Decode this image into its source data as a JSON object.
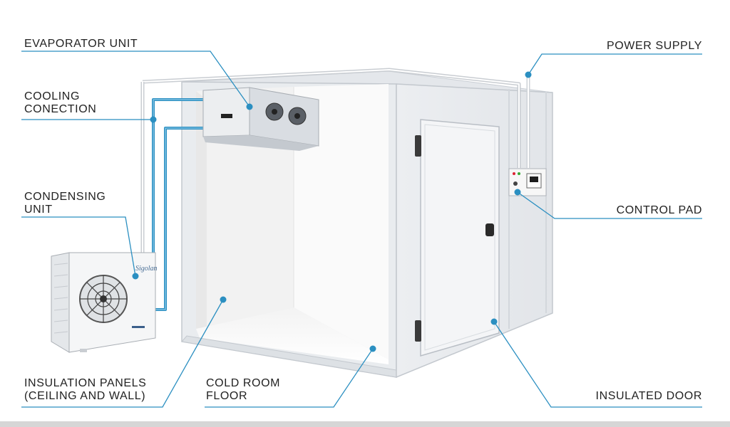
{
  "labels": {
    "evaporator_unit": "EVAPORATOR UNIT",
    "cooling_connection_1": "COOLING",
    "cooling_connection_2": "CONECTION",
    "condensing_unit_1": "CONDENSING",
    "condensing_unit_2": "UNIT",
    "insulation_panels_1": "INSULATION PANELS",
    "insulation_panels_2": "(CEILING AND WALL)",
    "cold_room_floor_1": "COLD ROOM",
    "cold_room_floor_2": "FLOOR",
    "power_supply": "POWER SUPPLY",
    "control_pad": "CONTROL PAD",
    "insulated_door": "INSULATED DOOR"
  },
  "condenser_brand": "Sigolan",
  "colors": {
    "callout_line": "#2b8fc1",
    "panel": "#eef0f3",
    "edge": "#c9ced4",
    "interior": "#f6f6f6"
  }
}
